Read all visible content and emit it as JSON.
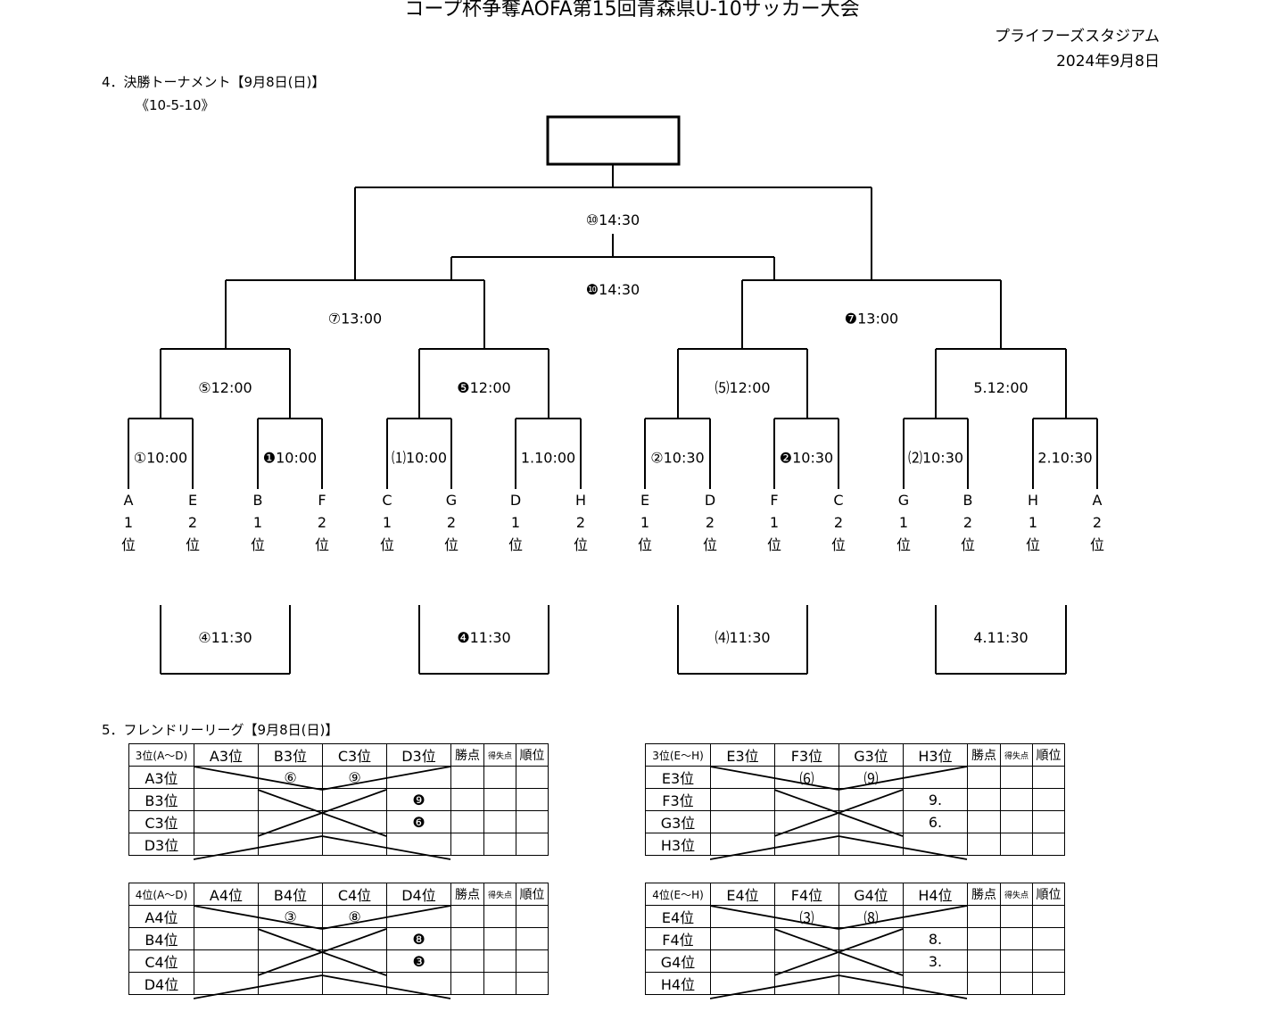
{
  "header": {
    "title": "コープ杯争奪AOFA第15回青森県U-10サッカー大会",
    "venue": "プライフーズスタジアム",
    "date": "2024年9月8日"
  },
  "tournament": {
    "section_title": "4．決勝トーナメント【9月8日(日)】",
    "format": "《10-5-10》",
    "final_matches": [
      "⑩14:30",
      "❿14:30"
    ],
    "semi_matches": [
      "⑦13:00",
      "❼13:00"
    ],
    "quarter_matches": [
      "⑤12:00",
      "❺12:00",
      "⑸12:00",
      "5.12:00"
    ],
    "round1_matches": [
      "①10:00",
      "❶10:00",
      "⑴10:00",
      "1.10:00",
      "②10:30",
      "❷10:30",
      "⑵10:30",
      "2.10:30"
    ],
    "consolation_matches": [
      "④11:30",
      "❹11:30",
      "⑷11:30",
      "4.11:30"
    ],
    "seeds": [
      {
        "group": "A",
        "rank": "1",
        "unit": "位"
      },
      {
        "group": "E",
        "rank": "2",
        "unit": "位"
      },
      {
        "group": "B",
        "rank": "1",
        "unit": "位"
      },
      {
        "group": "F",
        "rank": "2",
        "unit": "位"
      },
      {
        "group": "C",
        "rank": "1",
        "unit": "位"
      },
      {
        "group": "G",
        "rank": "2",
        "unit": "位"
      },
      {
        "group": "D",
        "rank": "1",
        "unit": "位"
      },
      {
        "group": "H",
        "rank": "2",
        "unit": "位"
      },
      {
        "group": "E",
        "rank": "1",
        "unit": "位"
      },
      {
        "group": "D",
        "rank": "2",
        "unit": "位"
      },
      {
        "group": "F",
        "rank": "1",
        "unit": "位"
      },
      {
        "group": "C",
        "rank": "2",
        "unit": "位"
      },
      {
        "group": "G",
        "rank": "1",
        "unit": "位"
      },
      {
        "group": "B",
        "rank": "2",
        "unit": "位"
      },
      {
        "group": "H",
        "rank": "1",
        "unit": "位"
      },
      {
        "group": "A",
        "rank": "2",
        "unit": "位"
      }
    ]
  },
  "friendly": {
    "section_title": "5．フレンドリーリーグ【9月8日(日)】",
    "tables": [
      {
        "corner": "3位(A～D)",
        "teams": [
          "A3位",
          "B3位",
          "C3位",
          "D3位"
        ],
        "extra_headers": [
          "勝点",
          "得失点",
          "順位"
        ],
        "cells": [
          [
            "",
            "⑥",
            "⑨",
            ""
          ],
          [
            "",
            "",
            "",
            "❾"
          ],
          [
            "",
            "",
            "",
            "❻"
          ],
          [
            "",
            "",
            "",
            ""
          ]
        ]
      },
      {
        "corner": "3位(E～H)",
        "teams": [
          "E3位",
          "F3位",
          "G3位",
          "H3位"
        ],
        "extra_headers": [
          "勝点",
          "得失点",
          "順位"
        ],
        "cells": [
          [
            "",
            "⑹",
            "⑼",
            ""
          ],
          [
            "",
            "",
            "",
            "9."
          ],
          [
            "",
            "",
            "",
            "6."
          ],
          [
            "",
            "",
            "",
            ""
          ]
        ]
      },
      {
        "corner": "4位(A～D)",
        "teams": [
          "A4位",
          "B4位",
          "C4位",
          "D4位"
        ],
        "extra_headers": [
          "勝点",
          "得失点",
          "順位"
        ],
        "cells": [
          [
            "",
            "③",
            "⑧",
            ""
          ],
          [
            "",
            "",
            "",
            "❽"
          ],
          [
            "",
            "",
            "",
            "❸"
          ],
          [
            "",
            "",
            "",
            ""
          ]
        ]
      },
      {
        "corner": "4位(E～H)",
        "teams": [
          "E4位",
          "F4位",
          "G4位",
          "H4位"
        ],
        "extra_headers": [
          "勝点",
          "得失点",
          "順位"
        ],
        "cells": [
          [
            "",
            "⑶",
            "⑻",
            ""
          ],
          [
            "",
            "",
            "",
            "8."
          ],
          [
            "",
            "",
            "",
            "3."
          ],
          [
            "",
            "",
            "",
            ""
          ]
        ]
      }
    ]
  }
}
